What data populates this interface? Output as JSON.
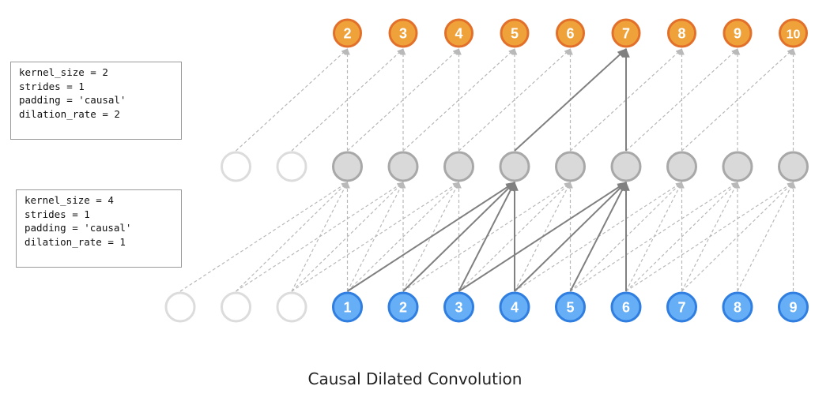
{
  "config_top": {
    "lines": [
      "kernel_size = 2",
      "strides = 1",
      "padding = 'causal'",
      "dilation_rate = 2"
    ]
  },
  "config_bottom": {
    "lines": [
      "kernel_size = 4",
      "strides = 1",
      "padding = 'causal'",
      "dilation_rate = 1"
    ]
  },
  "output_nodes": [
    "2",
    "3",
    "4",
    "5",
    "6",
    "7",
    "8",
    "9",
    "10"
  ],
  "hidden_nodes_count": 9,
  "hidden_padding_count": 2,
  "input_nodes": [
    "1",
    "2",
    "3",
    "4",
    "5",
    "6",
    "7",
    "8",
    "9"
  ],
  "input_padding_count": 3,
  "caption": "Causal Dilated Convolution",
  "colors": {
    "output_fill": "#f0a23a",
    "output_stroke": "#e2702a",
    "input_fill": "#66aef6",
    "input_stroke": "#2f7ee0",
    "hidden_fill": "#d9d9d9",
    "hidden_stroke": "#a8a8a8",
    "padding_stroke": "#dcdcdc",
    "edge_dashed": "#b9b9b9",
    "edge_solid": "#808080"
  }
}
